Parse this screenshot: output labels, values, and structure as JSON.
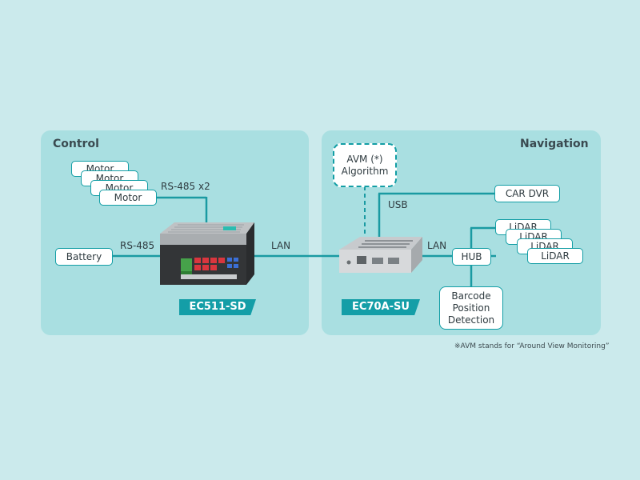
{
  "control": {
    "title": "Control",
    "motors": [
      "Motor",
      "Motor",
      "Motor",
      "Motor"
    ],
    "rs485x2": "RS-485 x2",
    "battery": "Battery",
    "rs485": "RS-485",
    "device": "EC511-SD"
  },
  "lan_link": "LAN",
  "navigation": {
    "title": "Navigation",
    "avm": "AVM (*) Algorithm",
    "usb": "USB",
    "car_dvr": "CAR DVR",
    "lan": "LAN",
    "hub": "HUB",
    "lidars": [
      "LiDAR",
      "LiDAR",
      "LiDAR",
      "LiDAR"
    ],
    "barcode": "Barcode Position Detection",
    "device": "EC70A-SU"
  },
  "footnote": "※AVM stands for “Around View Monitoring”",
  "colors": {
    "background": "#cbeaec",
    "panel": "#a9dfe1",
    "accent": "#149ea7",
    "connector": "#1a9aa2"
  }
}
